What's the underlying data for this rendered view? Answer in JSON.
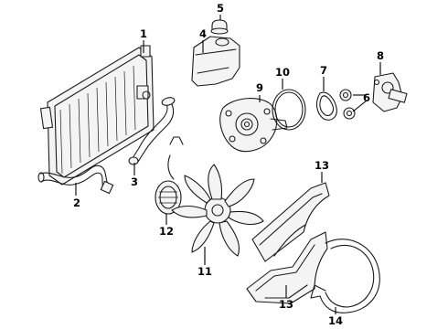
{
  "callouts": [
    {
      "id": "c1",
      "text": "1"
    },
    {
      "id": "c2",
      "text": "2"
    },
    {
      "id": "c3",
      "text": "3"
    },
    {
      "id": "c4",
      "text": "4"
    },
    {
      "id": "c5",
      "text": "5"
    },
    {
      "id": "c6",
      "text": "6"
    },
    {
      "id": "c7",
      "text": "7"
    },
    {
      "id": "c8",
      "text": "8"
    },
    {
      "id": "c9",
      "text": "9"
    },
    {
      "id": "c10",
      "text": "10"
    },
    {
      "id": "c11",
      "text": "11"
    },
    {
      "id": "c12",
      "text": "12"
    },
    {
      "id": "c13a",
      "text": "13"
    },
    {
      "id": "c13b",
      "text": "13"
    },
    {
      "id": "c14",
      "text": "14"
    }
  ]
}
